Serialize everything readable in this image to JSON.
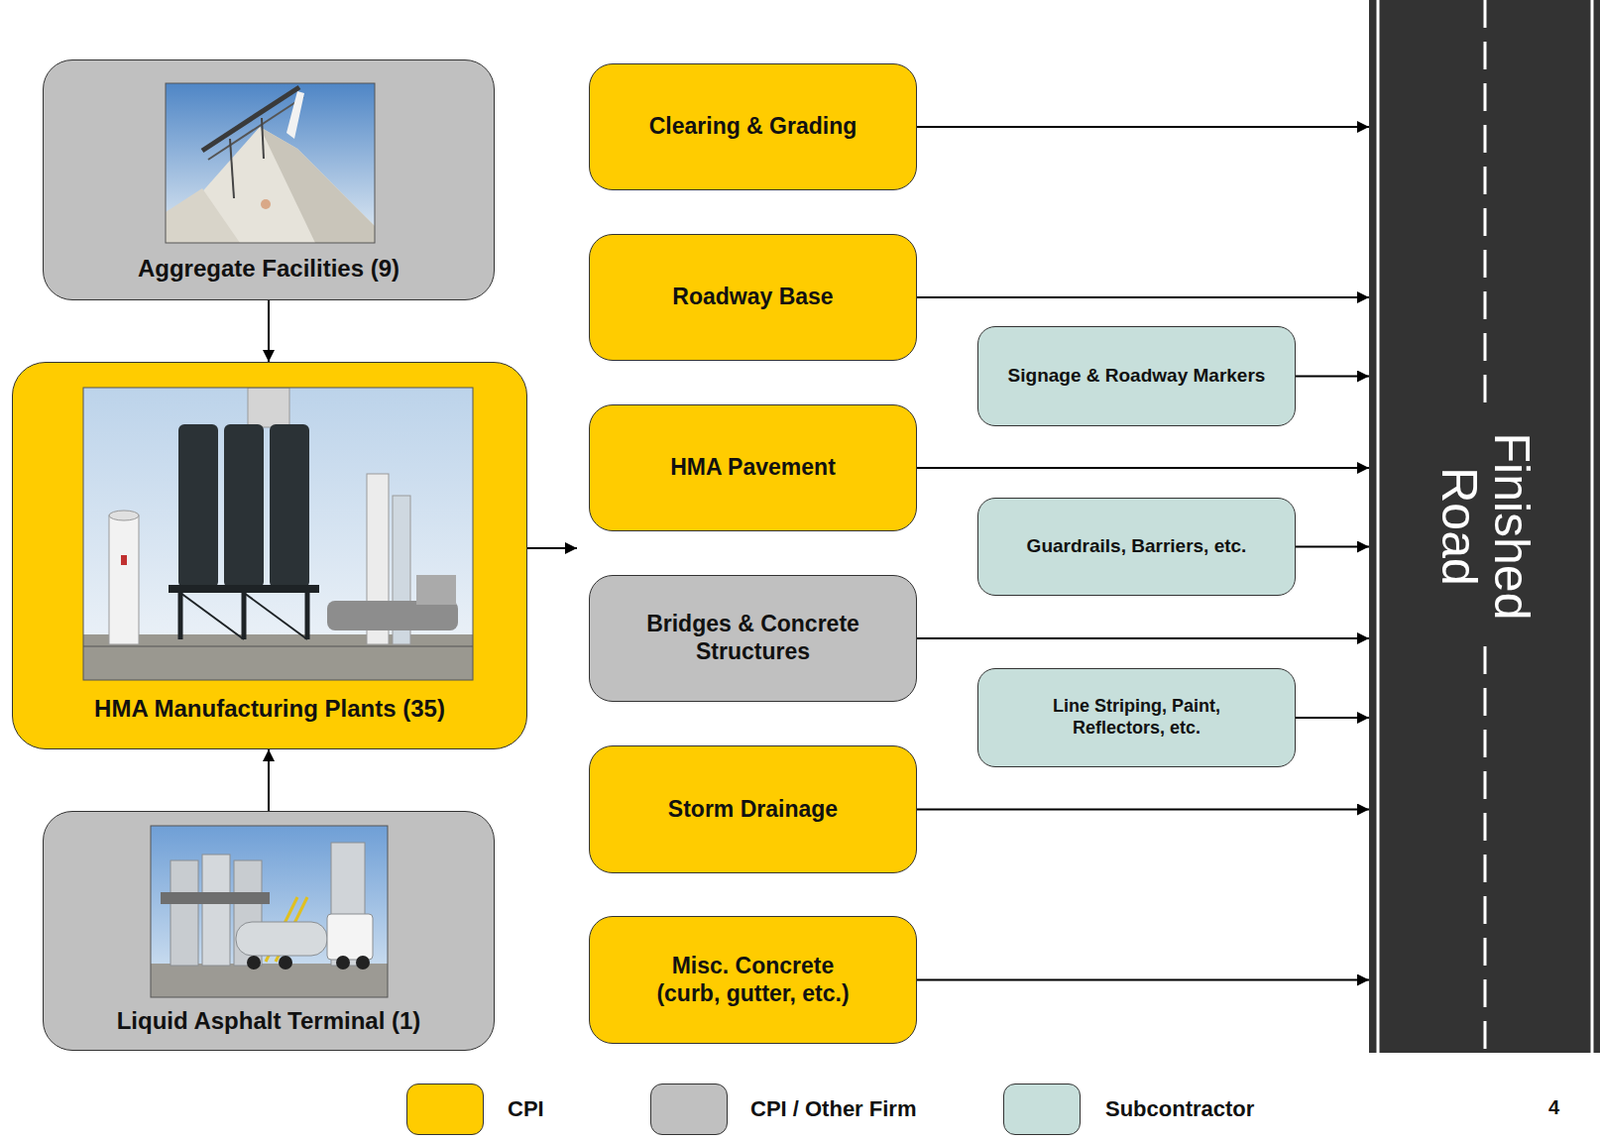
{
  "diagram": {
    "nodes": [
      {
        "text": [
          "Aggregate Facilities (9)"
        ]
      },
      {
        "text": [
          "HMA Manufacturing Plants (35)"
        ]
      },
      {
        "text": [
          "Liquid Asphalt Terminal (1)"
        ]
      },
      {
        "text": [
          "Clearing & Grading"
        ]
      },
      {
        "text": [
          "Roadway Base"
        ]
      },
      {
        "text": [
          "Signage & Roadway Markers"
        ]
      },
      {
        "text": [
          "HMA Pavement"
        ]
      },
      {
        "text": [
          "Guardrails, Barriers, etc."
        ]
      },
      {
        "text": [
          "Bridges & Concrete Structures"
        ]
      },
      {
        "text": [
          "Line Striping, Paint, Reflectors, etc."
        ]
      },
      {
        "text": [
          "Storm Drainage"
        ]
      },
      {
        "text": [
          "Misc. Concrete (curb, gutter, etc.)"
        ]
      },
      {
        "text": [
          "Finished Road"
        ]
      }
    ],
    "edges": [
      {
        "from": 0,
        "to": 1,
        "arrow": "to"
      },
      {
        "from": 2,
        "to": 1,
        "arrow": "to"
      },
      {
        "from": 3,
        "to": 12,
        "arrow": "to"
      },
      {
        "from": 4,
        "to": 12,
        "arrow": "to"
      },
      {
        "from": 5,
        "to": 12,
        "arrow": "to"
      },
      {
        "from": 6,
        "to": 12,
        "arrow": "to"
      },
      {
        "from": 7,
        "to": 12,
        "arrow": "to"
      },
      {
        "from": 8,
        "to": 12,
        "arrow": "to"
      },
      {
        "from": 9,
        "to": 12,
        "arrow": "to"
      },
      {
        "from": 10,
        "to": 12,
        "arrow": "to"
      },
      {
        "from": 11,
        "to": 12,
        "arrow": "to"
      }
    ],
    "labels": [
      "4"
    ],
    "legend": [
      {
        "text": "CPI",
        "color": "#ffcc00"
      },
      {
        "text": "CPI / Other Firm",
        "color": "#c0c0c0"
      },
      {
        "text": "Subcontractor",
        "color": "#c7dfdb"
      }
    ]
  }
}
